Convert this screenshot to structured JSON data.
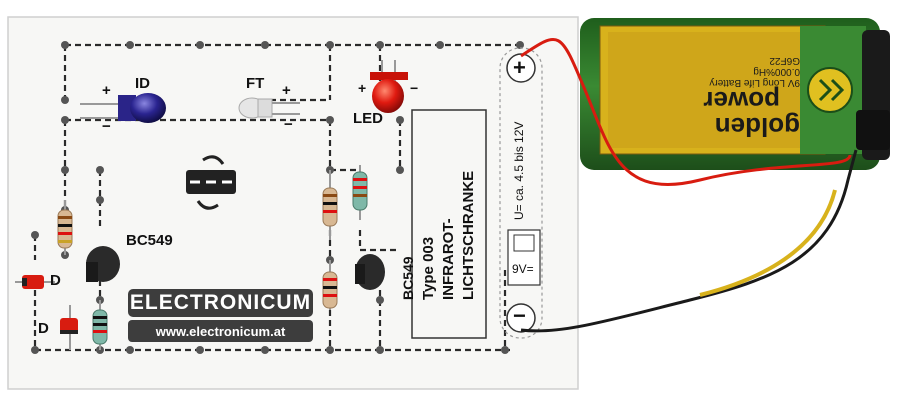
{
  "board": {
    "labels": {
      "id": "ID",
      "ft": "FT",
      "led": "LED",
      "bc549_left": "BC549",
      "bc549_right": "BC549",
      "d_top": "D",
      "d_bottom": "D",
      "plus_1": "+",
      "minus_1": "−",
      "plus_2": "+",
      "minus_2": "−",
      "plus_led": "+",
      "minus_led": "−"
    },
    "brand": "ELECTRONICUM",
    "url": "www.electronicum.at",
    "type_line": "Type  003",
    "title_1": "INFRAROT-",
    "title_2": "LICHTSCHRANKE",
    "voltage": "U= ca. 4.5 bis 12V",
    "battery_symbol": "9V=",
    "terminal_plus": "+",
    "terminal_minus": "−"
  },
  "battery": {
    "brand_1": "golden",
    "brand_2": "power",
    "spec_1": "G6F22",
    "spec_2": "0.000%Hg",
    "spec_3": "9V Long Life Battery"
  },
  "colors": {
    "board": "#f7f7f5",
    "battery_green": "#2f7a2a",
    "battery_gold": "#d8b21c",
    "wire_red": "#d81c10",
    "wire_black": "#1a1a1a",
    "led_red": "#d8120c",
    "ir_blue": "#23207a"
  }
}
